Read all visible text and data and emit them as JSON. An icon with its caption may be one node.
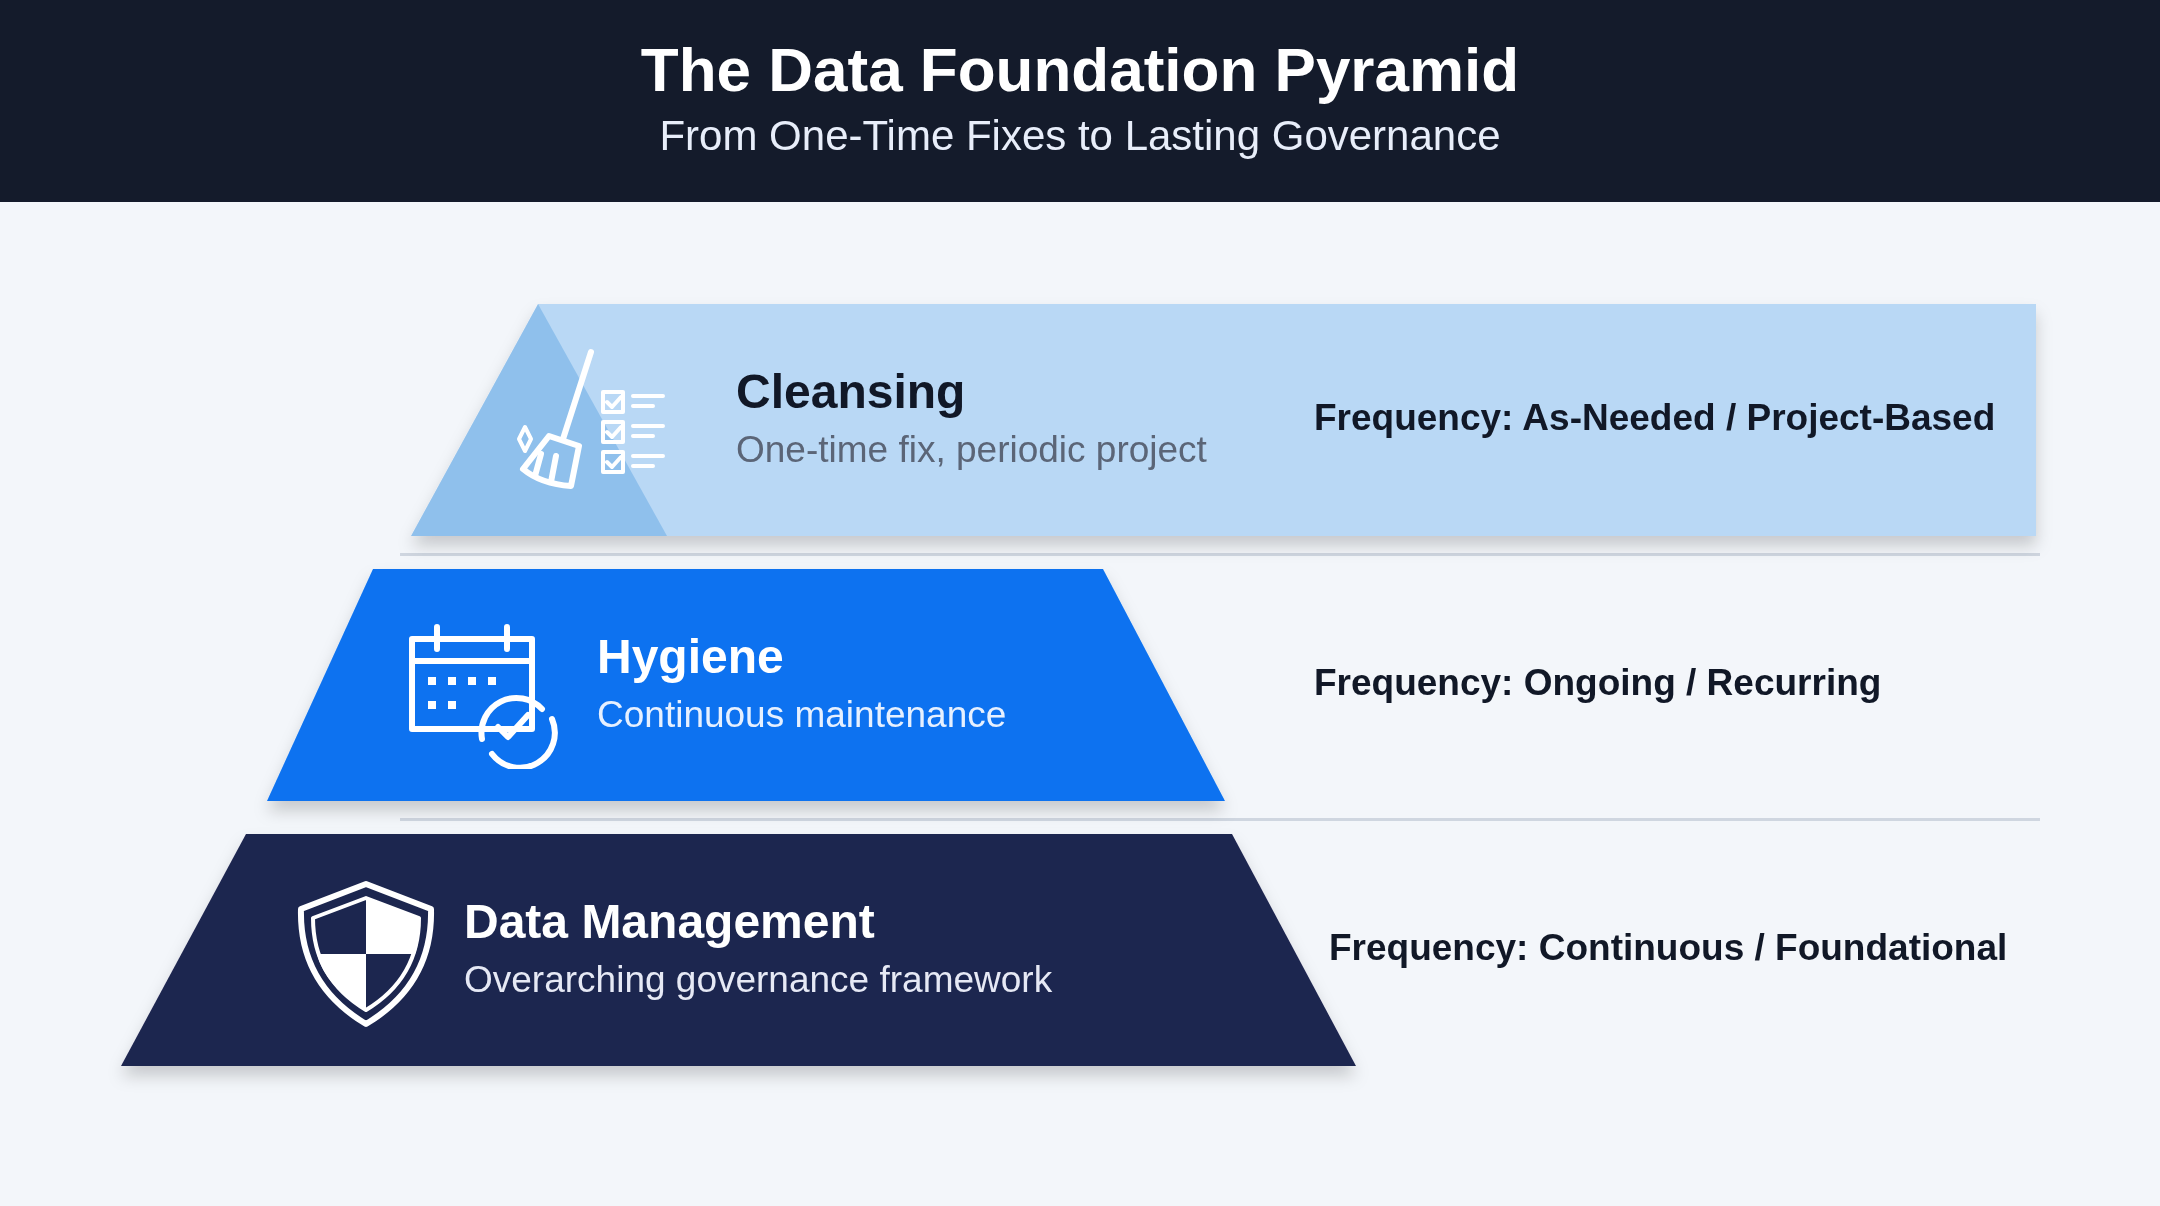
{
  "diagram": {
    "title": "The Data Foundation Pyramid",
    "nodes": [
      {
        "text": [
          "Cleansing",
          "One-time fix, periodic project",
          "Frequency: As-Needed / Project-Based"
        ]
      },
      {
        "text": [
          "Hygiene",
          "Continuous maintenance"
        ],
        "beside": [
          "Frequency: Ongoing / Recurring"
        ]
      },
      {
        "text": [
          "Data Management",
          "Overarching governance framework"
        ],
        "beside": [
          "Frequency: Continuous / Foundational"
        ]
      }
    ],
    "labels": [
      "From One-Time Fixes to Lasting Governance"
    ]
  }
}
